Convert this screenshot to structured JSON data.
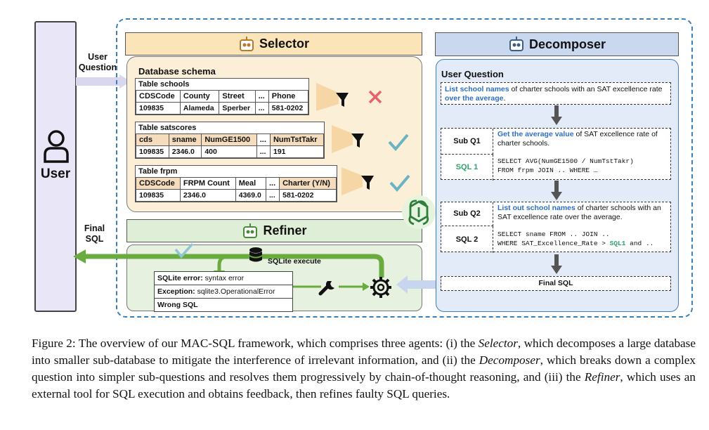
{
  "user": {
    "label": "User"
  },
  "arrows": {
    "user_question": "User Question",
    "final_sql": "Final SQL"
  },
  "selector": {
    "title": "Selector",
    "schema_title": "Database schema",
    "tables": [
      {
        "caption": "Table schools",
        "headers": [
          "CDSCode",
          "County",
          "Street",
          "...",
          "Phone"
        ],
        "row": [
          "109835",
          "Alameda",
          "Sperber",
          "...",
          "581-0202"
        ],
        "result": "rejected"
      },
      {
        "caption": "Table satscores",
        "headers": [
          "cds",
          "sname",
          "NumGE1500",
          "...",
          "NumTstTakr"
        ],
        "row": [
          "109835",
          "2346.0",
          "400",
          "...",
          "191"
        ],
        "result": "accepted"
      },
      {
        "caption": "Table frpm",
        "headers": [
          "CDSCode",
          "FRPM Count",
          "Meal",
          "...",
          "Charter (Y/N)"
        ],
        "row": [
          "109835",
          "2346.0",
          "4369.0",
          "...",
          "581-0202"
        ],
        "result": "accepted"
      }
    ]
  },
  "refiner": {
    "title": "Refiner",
    "execute_label": "SQLite execute",
    "error_lines": [
      {
        "label": "SQLite error:",
        "text": " syntax error"
      },
      {
        "label": "Exception:",
        "text": " sqlite3.OperationalError"
      },
      {
        "label": "Wrong SQL",
        "text": ""
      }
    ]
  },
  "decomposer": {
    "title": "Decomposer",
    "user_question_label": "User Question",
    "question": {
      "hl1": "List school names",
      "t1": " of charter schools with an SAT excellence rate ",
      "hl2": "over the average",
      "t2": "."
    },
    "sub_q1": {
      "label": "Sub Q1",
      "hl": "Get the average value",
      "text": " of SAT excellence rate of charter schools."
    },
    "sql1": {
      "label": "SQL 1",
      "code1": "SELECT AVG(NumGE1500 / NumTstTakr)",
      "code2": "FROM frpm JOIN .. WHERE …"
    },
    "sub_q2": {
      "label": "Sub Q2",
      "hl": "List out school names",
      "text": " of charter schools with an SAT excellence rate over the average."
    },
    "sql2": {
      "label": "SQL 2",
      "code1": "SELECT sname FROM .. JOIN ..",
      "code2a": "WHERE SAT_Excellence_Rate > ",
      "code2hl": "SQL1",
      "code2b": " and .."
    },
    "final": "Final SQL"
  },
  "caption": {
    "p1": "Figure 2: The overview of our MAC-SQL framework, which comprises three agents: (i) the ",
    "selector": "Selector",
    "p2": ", which decomposes a large database into smaller sub-database to mitigate the interference of irrelevant information, and (ii) the ",
    "decomposer": "Decomposer",
    "p3": ", which breaks down a complex question into simpler sub-questions and resolves them progressively by chain-of-thought reasoning, and (iii) the ",
    "refiner": "Refiner",
    "p4": ", which uses an external tool for SQL execution and obtains feedback, then refines faulty SQL queries."
  },
  "colors": {
    "selector_bg": "#fcefd8",
    "refiner_bg": "#e7f1df",
    "decomposer_bg": "#e3ebf8",
    "frame": "#3b7fb8",
    "green_arrow": "#6aab3f",
    "highlight_blue": "#2e6fc5",
    "highlight_green": "#2ea36b"
  }
}
